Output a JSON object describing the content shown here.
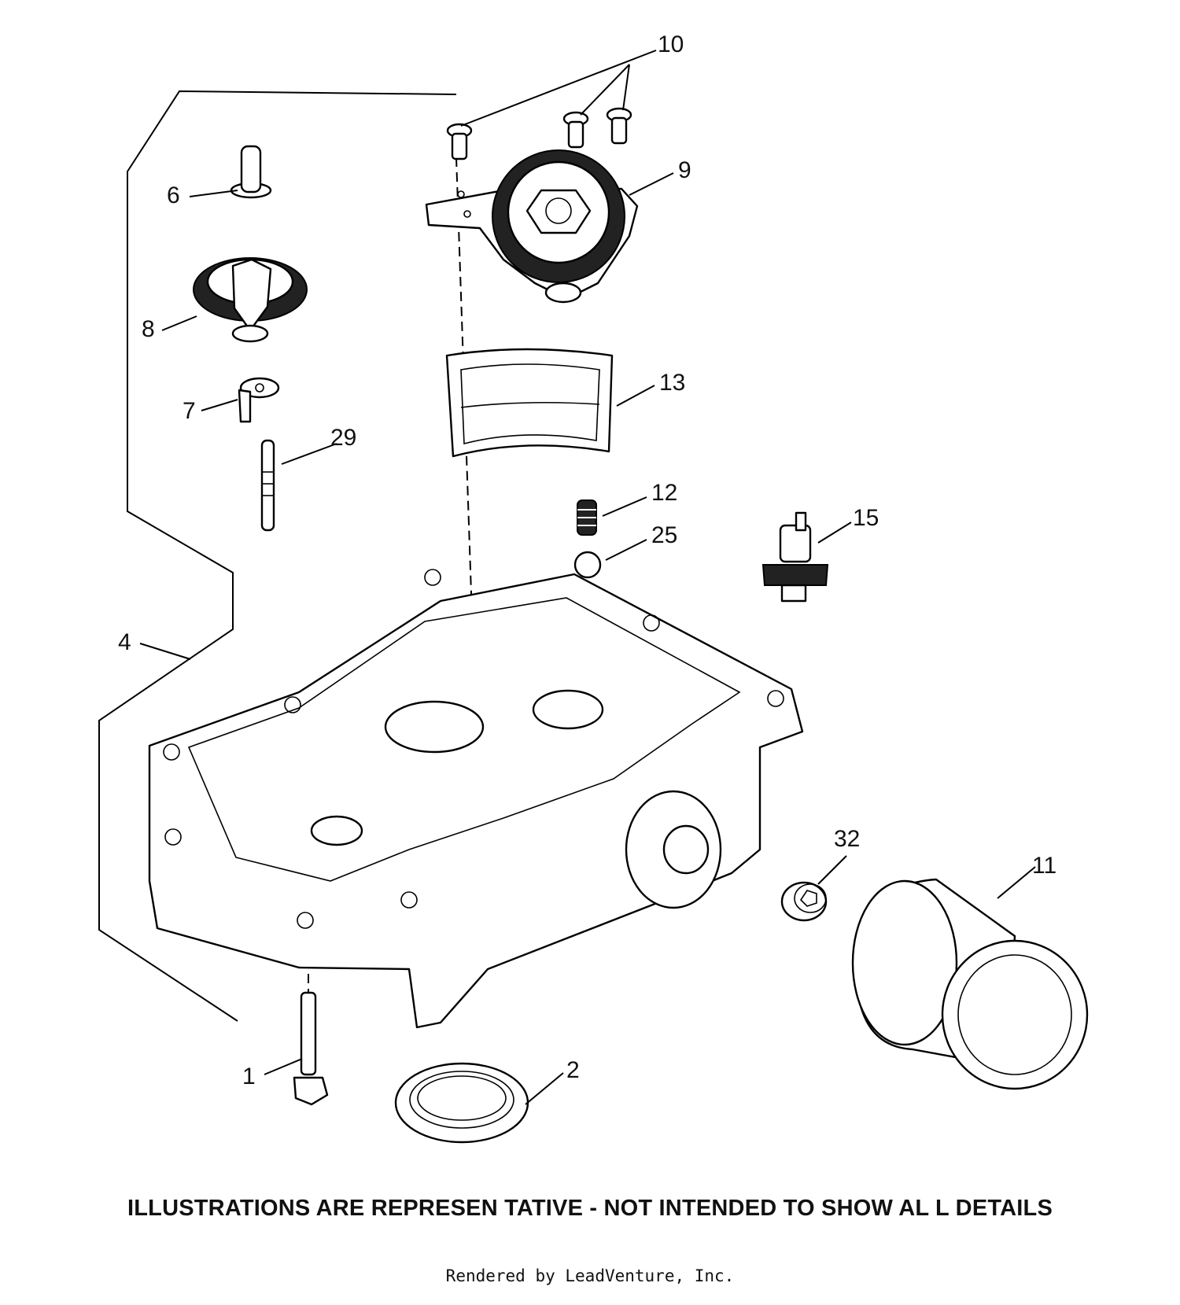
{
  "callouts": {
    "c1": "1",
    "c2": "2",
    "c4": "4",
    "c6": "6",
    "c7": "7",
    "c8": "8",
    "c9": "9",
    "c10": "10",
    "c11": "11",
    "c12": "12",
    "c13": "13",
    "c15": "15",
    "c25": "25",
    "c29": "29",
    "c32": "32"
  },
  "disclaimer": "ILLUSTRATIONS ARE REPRESEN TATIVE - NOT INTENDED TO SHOW AL L DETAILS",
  "footer": "Rendered by LeadVenture, Inc."
}
